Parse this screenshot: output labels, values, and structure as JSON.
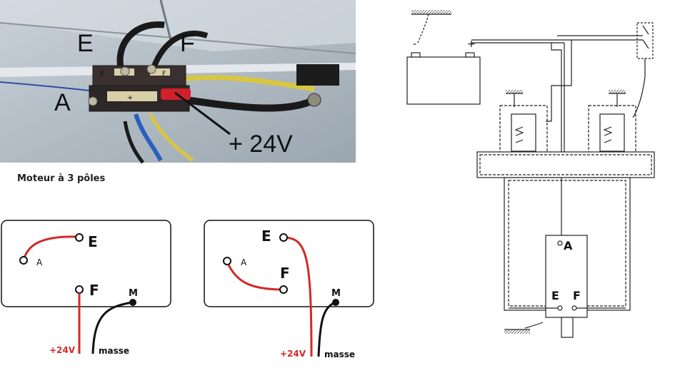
{
  "photo": {
    "label_e": "E",
    "label_f": "F",
    "label_a": "A",
    "label_voltage": "+ 24V",
    "terminal_e": "E",
    "terminal_f": "F",
    "terminal_plus": "+"
  },
  "caption": "Moteur  à 3 pôles",
  "left_diagram": {
    "label_a": "A",
    "label_e": "E",
    "label_f": "F",
    "label_m": "M",
    "supply": "+24V",
    "ground": "masse"
  },
  "middle_diagram": {
    "label_a": "A",
    "label_e": "E",
    "label_f": "F",
    "label_m": "M",
    "supply": "+24V",
    "ground": "masse"
  },
  "schematic": {
    "battery_minus": "-",
    "battery_plus": "+",
    "label_a": "A",
    "label_e": "E",
    "label_f": "F"
  },
  "colors": {
    "wire_red": "#d12a2a",
    "wire_black": "#111111",
    "photo_wall": "#b7c1c9"
  }
}
